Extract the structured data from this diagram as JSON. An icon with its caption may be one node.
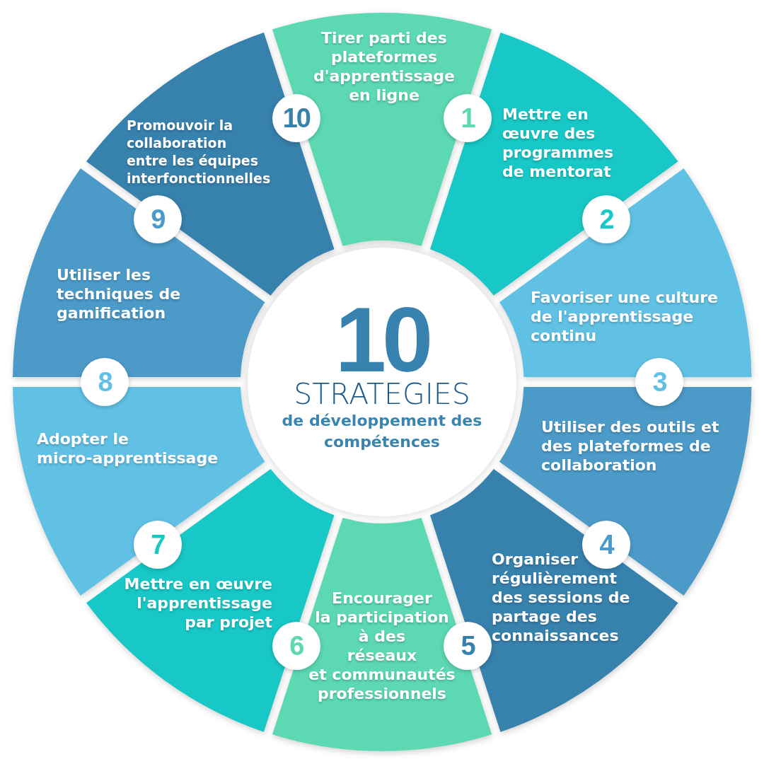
{
  "diagram": {
    "nodes": [
      {
        "text": [
          "10",
          "STRATEGIES",
          "de développement des compétences"
        ]
      },
      {
        "text": [
          "1"
        ]
      },
      {
        "text": [
          "Mettre en œuvre des programmes de mentorat"
        ]
      },
      {
        "text": [
          "2"
        ]
      },
      {
        "text": [
          "Favoriser une culture de l'apprentissage continu"
        ]
      },
      {
        "text": [
          "3"
        ]
      },
      {
        "text": [
          "Utiliser des outils et des plateformes de collaboration"
        ]
      },
      {
        "text": [
          "4"
        ]
      },
      {
        "text": [
          "Organiser régulièrement des sessions de partage des connaissances"
        ]
      },
      {
        "text": [
          "5"
        ]
      },
      {
        "text": [
          "Encourager la participation à des réseaux et communautés professionnels"
        ]
      },
      {
        "text": [
          "6"
        ]
      },
      {
        "text": [
          "Mettre en œuvre l'apprentissage par projet"
        ]
      },
      {
        "text": [
          "7"
        ]
      },
      {
        "text": [
          "Adopter le micro-apprentissage"
        ]
      },
      {
        "text": [
          "8"
        ]
      },
      {
        "text": [
          "Utiliser les techniques de gamification"
        ]
      },
      {
        "text": [
          "9"
        ]
      },
      {
        "text": [
          "Promouvoir la collaboration entre les équipes interfonctionnelles"
        ]
      },
      {
        "text": [
          "10"
        ]
      },
      {
        "text": [
          "Tirer parti des plateformes d'apprentissage en ligne"
        ]
      }
    ]
  }
}
